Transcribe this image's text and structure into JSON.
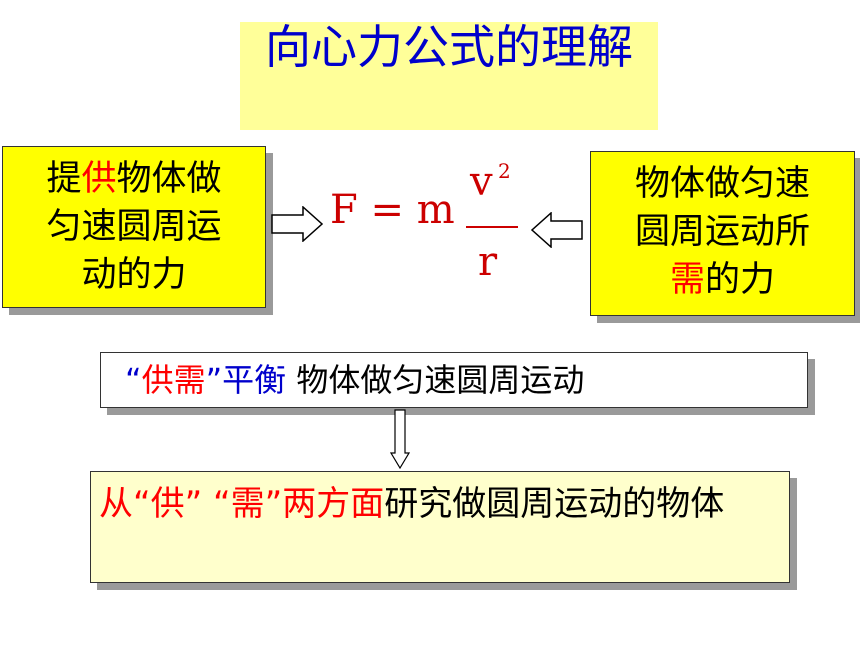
{
  "title": "向心力公式的理解",
  "left_box": {
    "line1_pre": "提",
    "line1_hl": "供",
    "line1_post": "物体做",
    "line2": "匀速圆周运",
    "line3": "动的力"
  },
  "formula": {
    "lhs": "F = m",
    "numerator": "v",
    "exponent": "2",
    "denominator": "r"
  },
  "right_box": {
    "line1": "物体做匀速",
    "line2": "圆周运动所",
    "line3_hl": "需",
    "line3_post": "的力"
  },
  "balance_box": {
    "quote_open": "“",
    "hl": "供需",
    "quote_close": "”",
    "blue_text": "平衡",
    "rest": " 物体做匀速圆周运动"
  },
  "bottom_box": {
    "red_text": "从“供” “需”两方面",
    "black_text": "研究做圆周运动的物体"
  },
  "colors": {
    "title_bg": "#FFFF99",
    "title_text": "#0000CC",
    "box_bg": "#FFFF00",
    "bottom_bg": "#FFFFCC",
    "highlight": "#FF0000",
    "formula": "#CC0000"
  }
}
